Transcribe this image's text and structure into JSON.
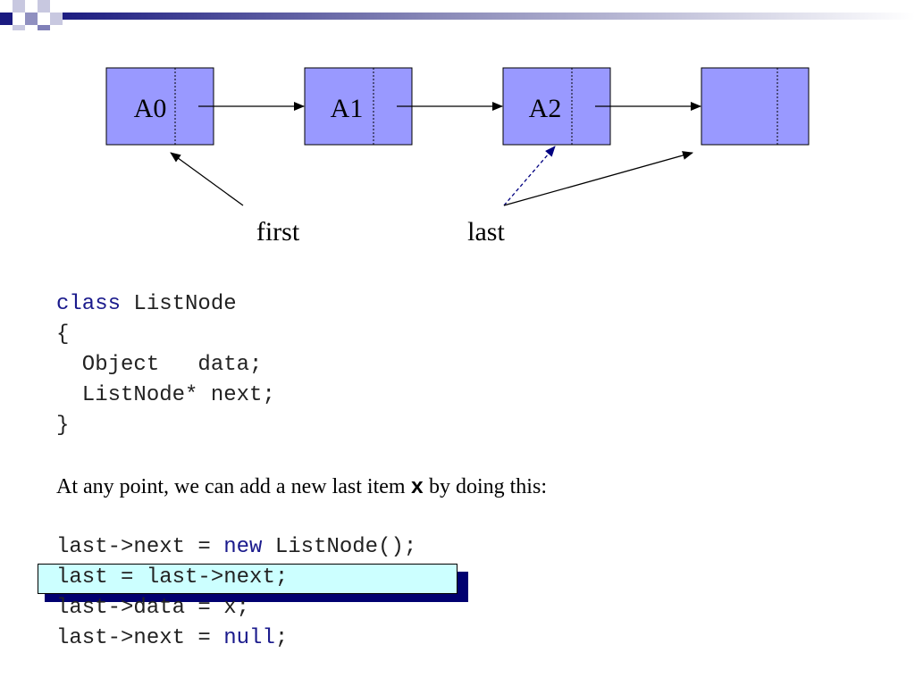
{
  "colors": {
    "node_fill": "#9999ff",
    "keyword": "#1a1a8c",
    "highlight_fill": "#ccffff",
    "highlight_shadow": "#000070",
    "pointer_dashed": "#000080"
  },
  "nodes": [
    {
      "label": "A0"
    },
    {
      "label": "A1"
    },
    {
      "label": "A2"
    },
    {
      "label": ""
    }
  ],
  "pointers": {
    "first": "first",
    "last": "last"
  },
  "code_block_1": {
    "line1_kw": "class",
    "line1_rest": " ListNode",
    "line2": "{",
    "line3": "  Object   data;",
    "line4": "  ListNode* next;",
    "line5": "}"
  },
  "prose": {
    "before": "At any point, we can add a new last item ",
    "var": "x",
    "after": " by doing this:"
  },
  "code_block_2": {
    "line1_a": "last->next = ",
    "line1_kw": "new",
    "line1_b": " ListNode();",
    "line2": "last = last->next;",
    "line3": "last->data = x;",
    "line4_a": "last->next = ",
    "line4_kw": "null",
    "line4_b": ";"
  }
}
